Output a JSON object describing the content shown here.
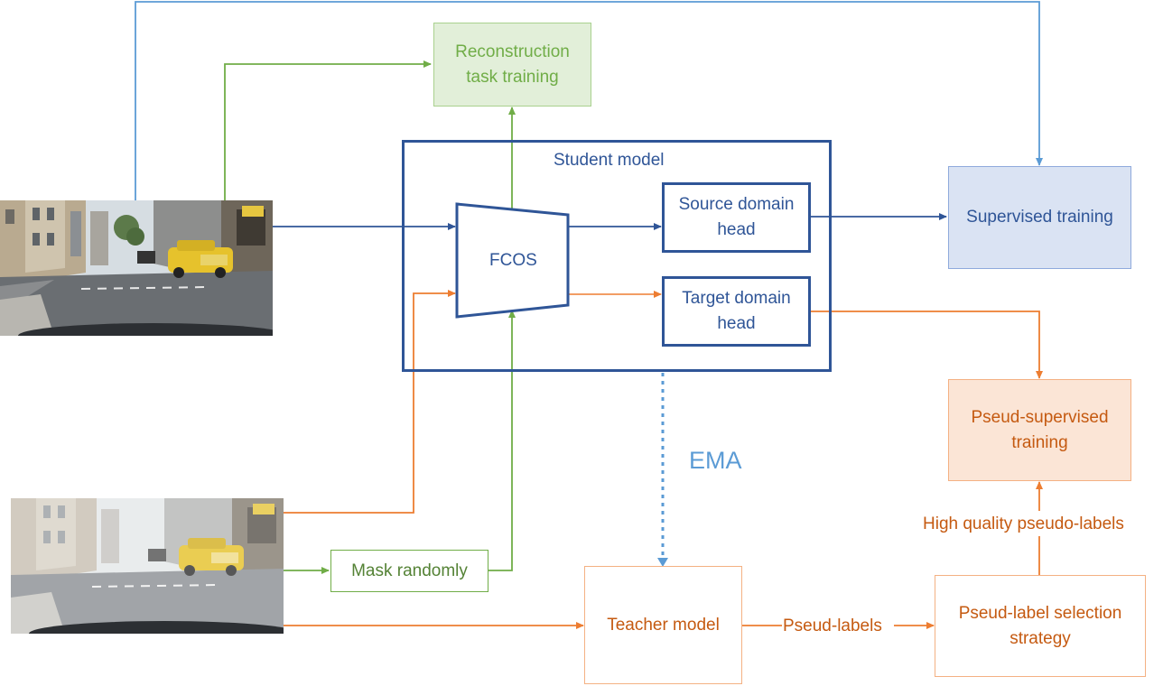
{
  "nodes": {
    "reconstruction": "Reconstruction task training",
    "student_model": "Student model",
    "fcos": "FCOS",
    "source_head": "Source domain head",
    "target_head": "Target domain head",
    "supervised": "Supervised training",
    "pseudo_supervised": "Pseud-supervised training",
    "ema": "EMA",
    "mask": "Mask randomly",
    "teacher": "Teacher model",
    "selection": "Pseud-label selection strategy"
  },
  "edge_labels": {
    "pseudo_labels": "Pseud-labels",
    "high_quality": "High quality pseudo-labels"
  },
  "colors": {
    "navy": "#2f5597",
    "light_blue": "#5b9bd5",
    "green": "#70ad47",
    "orange": "#ed7d31"
  },
  "images": {
    "source": "street-scene-photo",
    "target": "foggy-street-scene-photo"
  }
}
